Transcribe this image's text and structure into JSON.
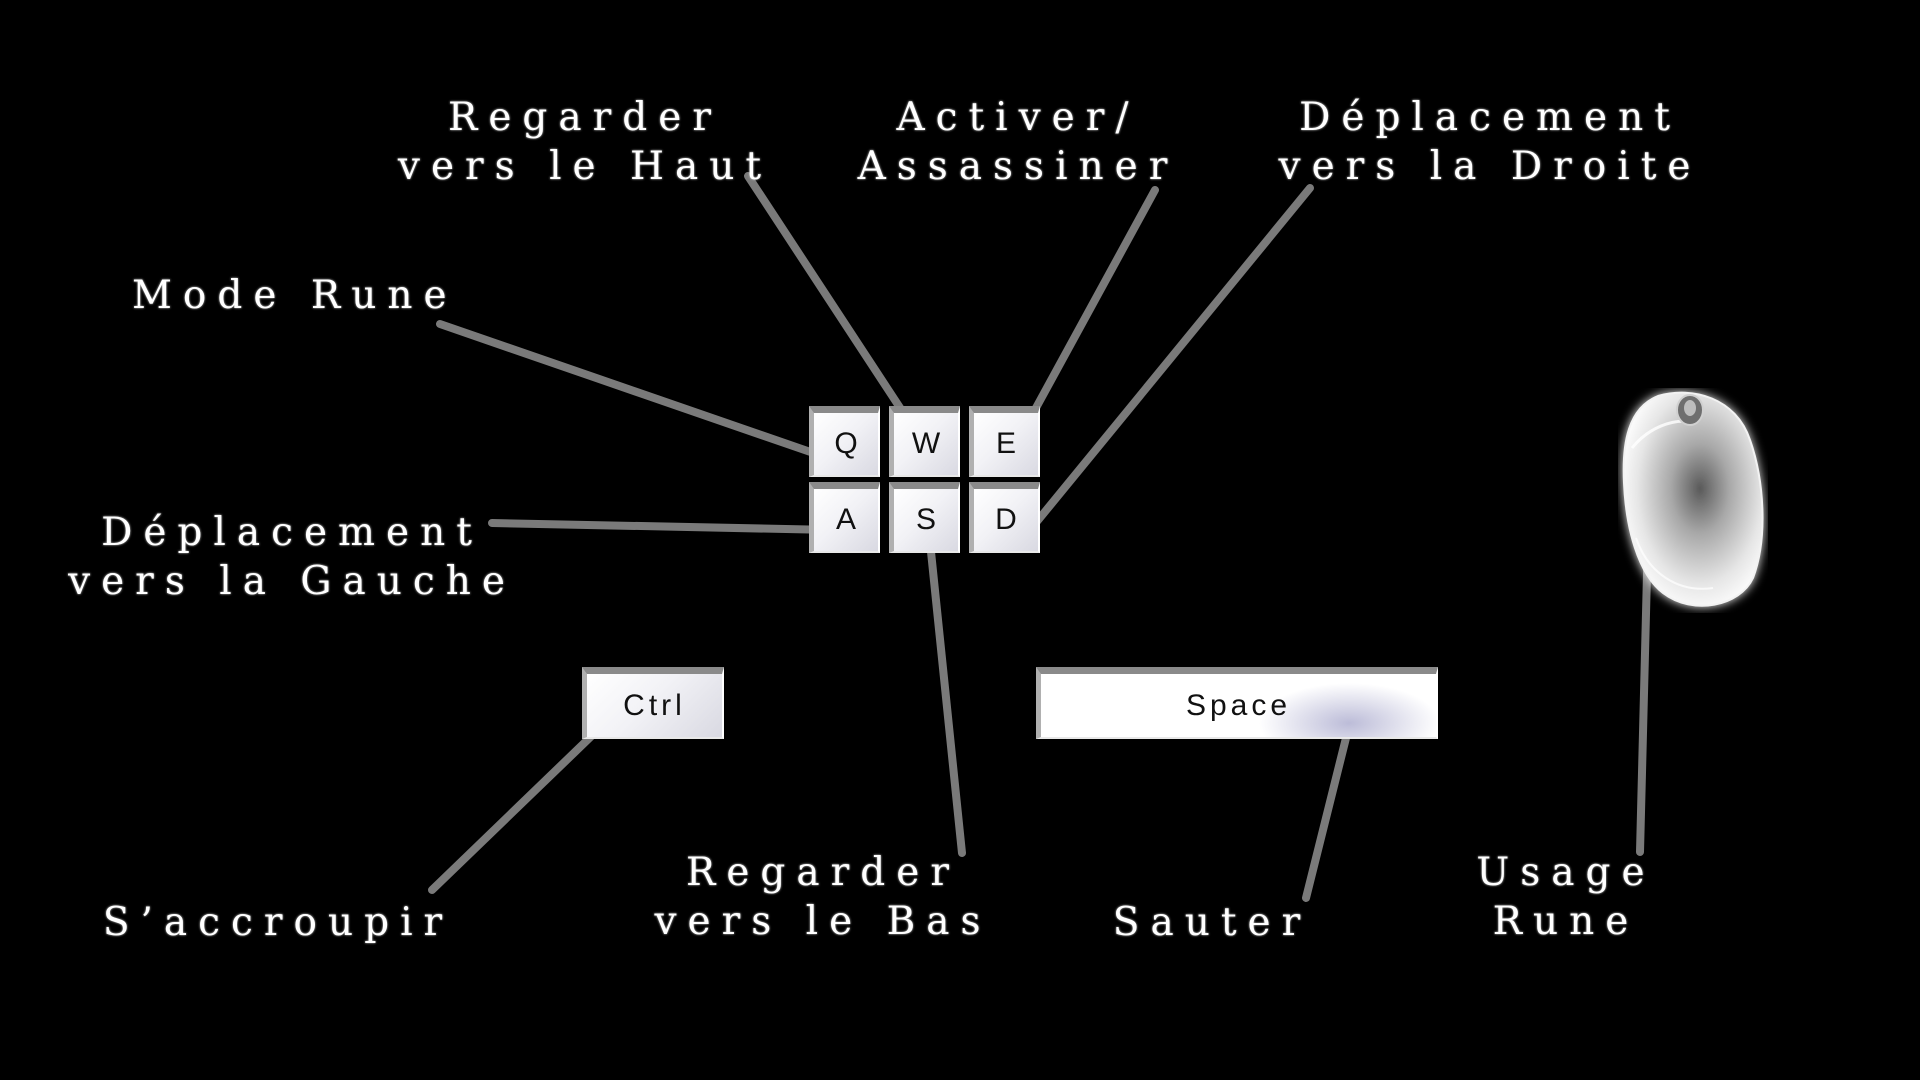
{
  "keys": {
    "q": "Q",
    "w": "W",
    "e": "E",
    "a": "A",
    "s": "S",
    "d": "D",
    "ctrl": "Ctrl",
    "space": "Space"
  },
  "labels": {
    "look_up": [
      "Regarder",
      "vers le Haut"
    ],
    "activate": [
      "Activer/",
      "Assassiner"
    ],
    "move_right": [
      "Déplacement",
      "vers la Droite"
    ],
    "rune_mode": [
      "Mode Rune"
    ],
    "move_left": [
      "Déplacement",
      "vers la Gauche"
    ],
    "crouch": [
      "S’accroupir"
    ],
    "look_down": [
      "Regarder",
      "vers le Bas"
    ],
    "jump": [
      "Sauter"
    ],
    "rune_use": [
      "Usage",
      "Rune"
    ]
  },
  "colors": {
    "background": "#000000",
    "label_text": "#ffffff",
    "connector_line": "#7a7a7a",
    "connector_dot": "#ffff66"
  },
  "icons": {
    "mouse": "mouse-icon"
  }
}
